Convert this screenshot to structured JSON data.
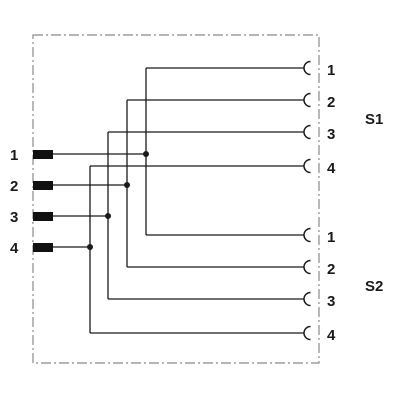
{
  "inputs": {
    "pins": [
      {
        "label": "1"
      },
      {
        "label": "2"
      },
      {
        "label": "3"
      },
      {
        "label": "4"
      }
    ]
  },
  "outputs": {
    "groups": [
      {
        "name": "S1",
        "pins": [
          {
            "label": "1"
          },
          {
            "label": "2"
          },
          {
            "label": "3"
          },
          {
            "label": "4"
          }
        ]
      },
      {
        "name": "S2",
        "pins": [
          {
            "label": "1"
          },
          {
            "label": "2"
          },
          {
            "label": "3"
          },
          {
            "label": "4"
          }
        ]
      }
    ]
  },
  "style": {
    "wire_color": "#1a1a1a",
    "border_color": "#8a8a8a",
    "connector_color": "#111111"
  }
}
